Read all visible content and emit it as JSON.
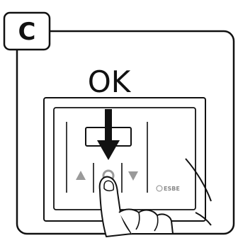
{
  "step": {
    "letter": "C"
  },
  "instruction": {
    "text": "OK"
  },
  "device": {
    "brand": "ESBE",
    "buttons": [
      {
        "name": "up-triangle-icon"
      },
      {
        "name": "ok-circle-icon"
      },
      {
        "name": "down-triangle-icon"
      }
    ]
  },
  "icons": {
    "arrow": "down-arrow-icon",
    "hand": "pointing-hand-icon"
  },
  "colors": {
    "line": "#111111",
    "background": "#ffffff",
    "button": "#9a9a9a",
    "brand": "#888888"
  }
}
